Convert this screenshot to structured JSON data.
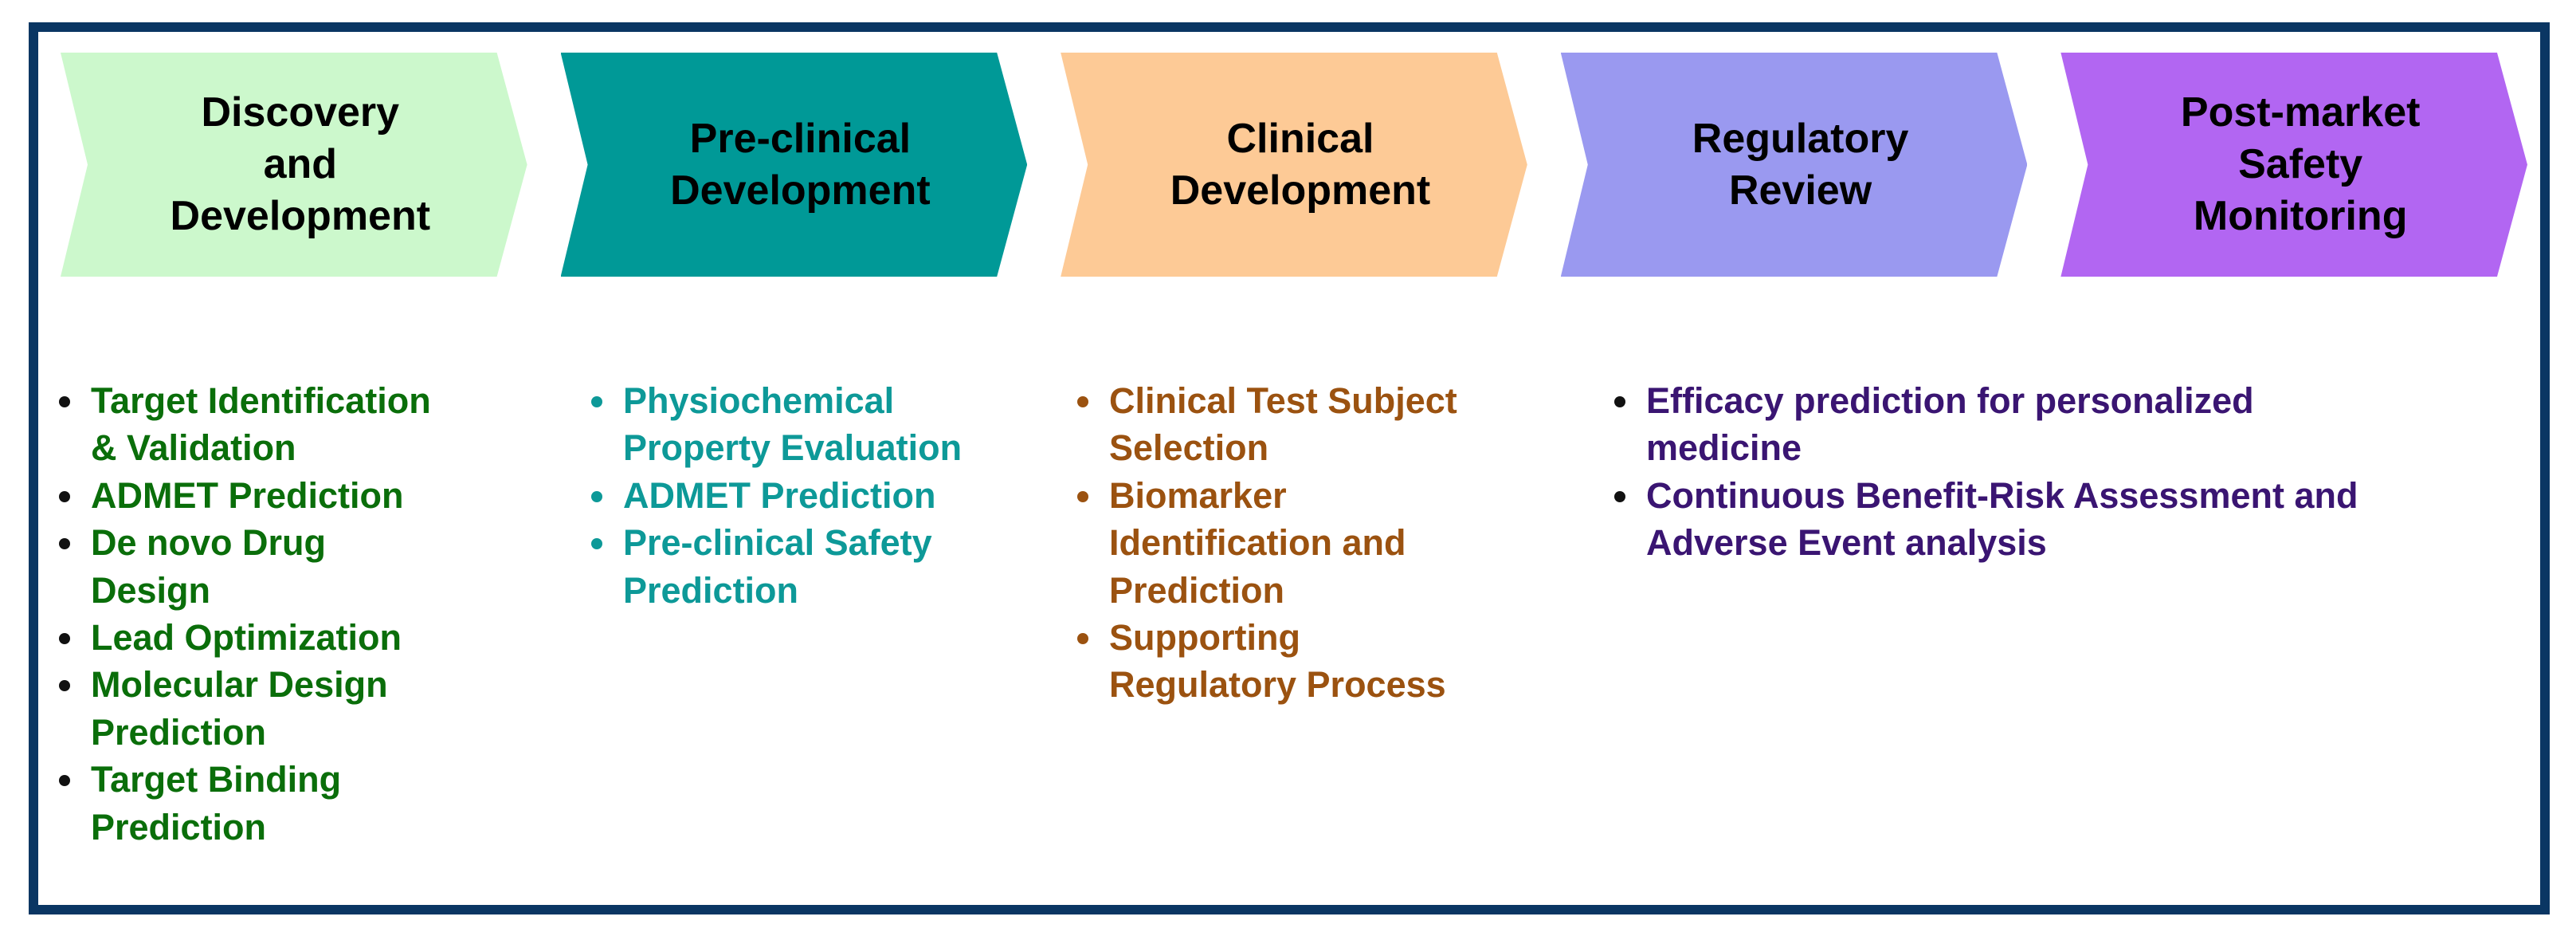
{
  "frame": {
    "border_color": "#0a3663",
    "background_color": "#ffffff"
  },
  "stages": [
    {
      "label": "Discovery\nand\nDevelopment",
      "fill": "#ccf8cc",
      "label_color": "#000000"
    },
    {
      "label": "Pre-clinical\nDevelopment",
      "fill": "#009997",
      "label_color": "#000000"
    },
    {
      "label": "Clinical\nDevelopment",
      "fill": "#fdca96",
      "label_color": "#000000"
    },
    {
      "label": "Regulatory\nReview",
      "fill": "#9a99f0",
      "label_color": "#000000"
    },
    {
      "label": "Post-market\nSafety\nMonitoring",
      "fill": "#b266f2",
      "label_color": "#000000"
    }
  ],
  "lists": [
    {
      "stage": "Discovery and Development",
      "text_color": "#0a6e0a",
      "bullet_color": "#111111",
      "items": [
        "Target Identification\n& Validation",
        "ADMET Prediction",
        "De novo Drug\nDesign",
        "Lead Optimization",
        "Molecular Design\nPrediction",
        "Target Binding\nPrediction"
      ]
    },
    {
      "stage": "Pre-clinical Development",
      "text_color": "#0d9998",
      "bullet_color": "#0d9998",
      "items": [
        "Physiochemical\nProperty Evaluation",
        "ADMET Prediction",
        "Pre-clinical Safety\nPrediction"
      ]
    },
    {
      "stage": "Clinical Development",
      "text_color": "#9b5210",
      "bullet_color": "#9b5210",
      "items": [
        "Clinical Test Subject\nSelection",
        "Biomarker\nIdentification and\nPrediction",
        "Supporting\nRegulatory Process"
      ]
    },
    {
      "stage": "Regulatory Review / Post-market Safety Monitoring",
      "text_color": "#3a1572",
      "bullet_color": "#111111",
      "items": [
        "Efficacy prediction for personalized\nmedicine",
        "Continuous Benefit-Risk Assessment and\nAdverse Event analysis"
      ]
    }
  ]
}
